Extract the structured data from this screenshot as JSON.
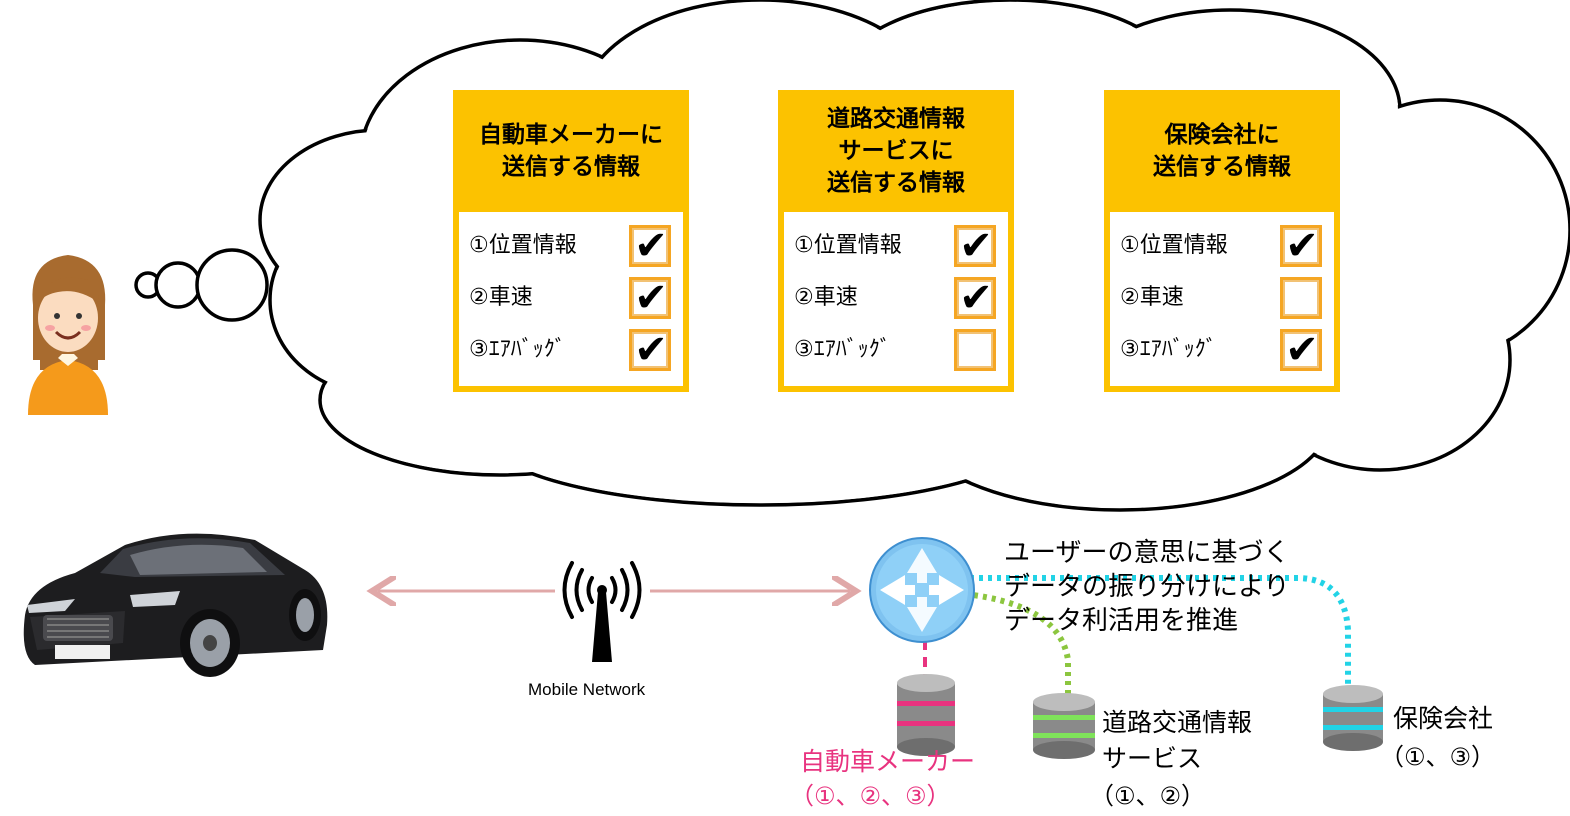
{
  "panels": [
    {
      "title": "自動車メーカーに\n送信する情報",
      "items": [
        {
          "label": "①位置情報",
          "checked": true
        },
        {
          "label": "②車速",
          "checked": true
        },
        {
          "label": "③ｴｱﾊﾞｯｸﾞ",
          "checked": true
        }
      ]
    },
    {
      "title": "道路交通情報\nサービスに\n送信する情報",
      "items": [
        {
          "label": "①位置情報",
          "checked": true
        },
        {
          "label": "②車速",
          "checked": true
        },
        {
          "label": "③ｴｱﾊﾞｯｸﾞ",
          "checked": false
        }
      ]
    },
    {
      "title": "保険会社に\n送信する情報",
      "items": [
        {
          "label": "①位置情報",
          "checked": true
        },
        {
          "label": "②車速",
          "checked": false
        },
        {
          "label": "③ｴｱﾊﾞｯｸﾞ",
          "checked": true
        }
      ]
    }
  ],
  "check_mark": "✔",
  "network_label": "Mobile Network",
  "router_caption": [
    "ユーザーの意思に基づく",
    "データの振り分けにより",
    "データ利活用を推進"
  ],
  "destinations": {
    "maker": {
      "name": "自動車メーカー",
      "sent": "（①、②、③）"
    },
    "traffic": {
      "name_line1": "道路交通情報",
      "name_line2": "サービス",
      "sent": "（①、②）"
    },
    "insurance": {
      "name": "保険会社",
      "sent": "（①、③）"
    }
  },
  "colors": {
    "panel": "#fcc200",
    "checkbox_border": "#f5a623",
    "arrow": "#e0a8a8",
    "maker_accent": "#e8337f",
    "traffic_accent": "#8cc63f",
    "insurance_accent": "#22d3e6",
    "router": "#7fc3f0"
  }
}
